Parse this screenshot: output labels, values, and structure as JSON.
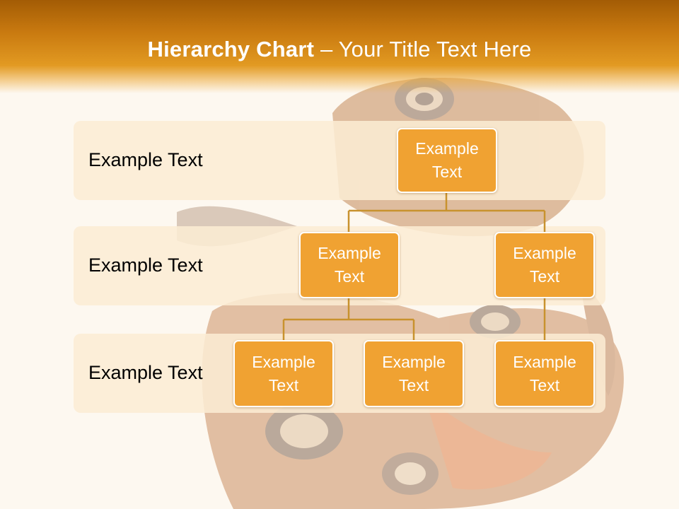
{
  "slide": {
    "title_bold": "Hierarchy Chart",
    "title_rest": " – Your Title Text Here",
    "colors": {
      "title_bar": "#c97a10",
      "node_fill": "#f0a232",
      "node_border": "#ffffff",
      "band_fill": "#fbecd4",
      "connector": "#c8922e",
      "background": "#fdf8f0"
    },
    "background_icon": "butterfly-photo"
  },
  "levels": [
    {
      "label": "Example Text"
    },
    {
      "label": "Example Text"
    },
    {
      "label": "Example Text"
    }
  ],
  "nodes": {
    "root": "Example Text",
    "level2_left": "Example Text",
    "level2_right": "Example Text",
    "level3_left": "Example Text",
    "level3_middle": "Example Text",
    "level3_right": "Example Text"
  }
}
